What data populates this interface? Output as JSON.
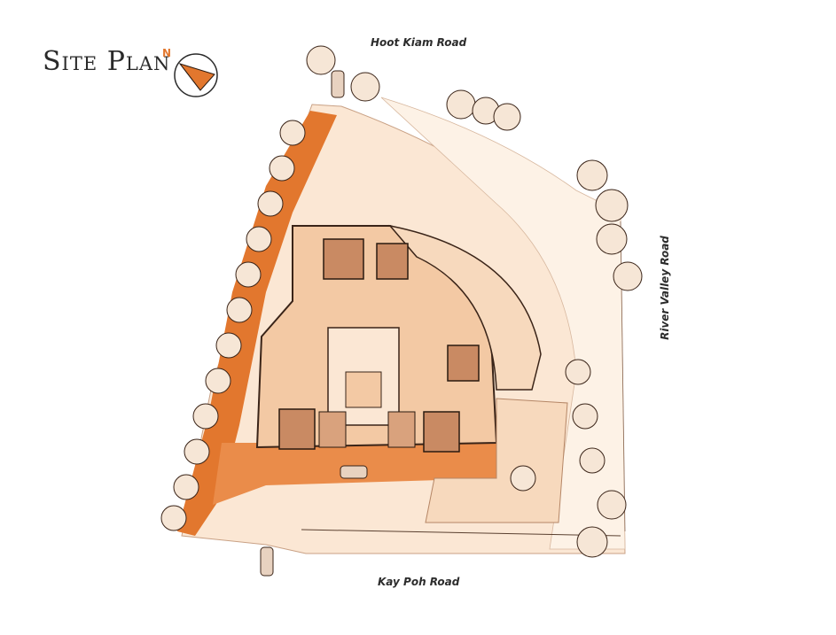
{
  "title": "Site Plan",
  "north": {
    "letter": "N",
    "icon": "north-arrow-icon"
  },
  "roads": {
    "north": "Hoot Kiam Road",
    "east": "River Valley Road",
    "south": "Kay Poh Road"
  },
  "colors": {
    "site_fill": "#f3c9a4",
    "accent": "#e2772e",
    "dark": "#3a2418",
    "paper": "#fdf3ea",
    "tree": "#f6e6d6"
  }
}
